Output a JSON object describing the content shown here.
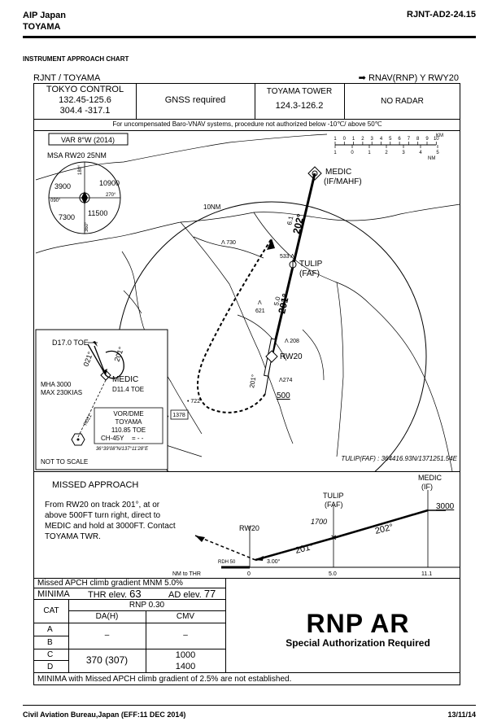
{
  "header": {
    "publication": "AIP Japan",
    "location": "TOYAMA",
    "page_id": "RJNT-AD2-24.15",
    "chart_type": "INSTRUMENT APPROACH CHART",
    "airport": "RJNT / TOYAMA",
    "procedure_arrow": "➡",
    "procedure": "RNAV(RNP) Y RWY20"
  },
  "comms": {
    "control_name": "TOKYO CONTROL",
    "control_freq1": "132.45-125.6",
    "control_freq2": "304.4 -317.1",
    "gnss": "GNSS required",
    "tower_name": "TOYAMA TOWER",
    "tower_freq": "124.3-126.2",
    "radar": "NO RADAR"
  },
  "baro_note": "For uncompensated Baro-VNAV systems, procedure not authorized below -10℃/ above 50℃",
  "map": {
    "variation": "VAR 8°W (2014)",
    "msa_title": "MSA RW20 25NM",
    "msa_n": "10900",
    "msa_w": "3900",
    "msa_sw": "7300",
    "msa_se": "11500",
    "msa_b180": "180°",
    "msa_b090": "090°",
    "msa_b270": "270°",
    "msa_b360": "360°",
    "scale_km_unit": "KM",
    "scale_nm_unit": "NM",
    "scale_km": [
      "1",
      "0",
      "1",
      "2",
      "3",
      "4",
      "5",
      "6",
      "7",
      "8",
      "9",
      "10"
    ],
    "scale_nm": [
      "1",
      "0",
      "1",
      "2",
      "3",
      "4",
      "5"
    ],
    "ring_label": "10NM",
    "medic_name": "MEDIC",
    "medic_role": "(IF/MAHF)",
    "tulip_name": "TULIP",
    "tulip_role": "(FAF)",
    "rw20": "RW20",
    "track_202": "202°",
    "dist_6_1": "6.1",
    "track_201": "201°",
    "dist_5_0": "5.0",
    "alt_500": "500",
    "elev_730": "730",
    "elev_533": "533",
    "elev_621": "621",
    "elev_208": "208",
    "elev_274": "274",
    "elev_722": "722",
    "elev_1378": "1378",
    "track_201_mapt": "201°",
    "tulip_coords": "TULIP(FAF) : 364416.93N/1371251.54E"
  },
  "inset": {
    "d17_toe": "D17.0 TOE",
    "trk_021": "021°",
    "trk_201": "201°",
    "mha": "MHA 3000",
    "max_speed": "MAX 230KIAS",
    "medic": "MEDIC",
    "medic_dme": "D11.4 TOE",
    "r021": "R021",
    "vor_title": "VOR/DME",
    "vor_name": "TOYAMA",
    "vor_freq": "110.85  TOE",
    "vor_ch": "CH-45Y",
    "vor_morse": "= - -",
    "vor_coords": "36°39'08\"N/137°11'28\"E",
    "not_to_scale": "NOT TO SCALE"
  },
  "missed": {
    "title": "MISSED APPROACH",
    "text": "From RW20 on track 201°, at or above 500FT turn right, direct to MEDIC and hold at 3000FT. Contact TOYAMA TWR.",
    "medic": "MEDIC",
    "medic_role": "(IF)",
    "tulip": "TULIP",
    "tulip_role": "(FAF)",
    "alt_3000": "3000",
    "alt_1700": "1700",
    "track_202": "202°",
    "track_201": "201°",
    "gp_angle": "3.00°",
    "rw20": "RW20",
    "rdh": "RDH 50",
    "nm_thr": "NM to THR",
    "d0": "0",
    "d5": "5.0",
    "d11": "11.1"
  },
  "minima": {
    "climb_gradient": "Missed APCH climb gradient MNM 5.0%",
    "title": "MINIMA",
    "thr_label": "THR elev.",
    "thr_value": "63",
    "ad_label": "AD elev.",
    "ad_value": "77",
    "cat_header": "CAT",
    "rnp_header": "RNP 0.30",
    "da_header": "DA(H)",
    "cmv_header": "CMV",
    "cats": [
      "A",
      "B",
      "C",
      "D"
    ],
    "ab_da": "–",
    "ab_cmv": "–",
    "cd_da": "370 (307)",
    "c_cmv": "1000",
    "d_cmv": "1400",
    "note": "MINIMA with Missed APCH climb gradient of 2.5% are not established."
  },
  "rnp_ar": {
    "big": "RNP AR",
    "small": "Special Authorization Required"
  },
  "footer": {
    "left": "Civil Aviation Bureau,Japan  (EFF:11 DEC 2014)",
    "right": "13/11/14"
  }
}
